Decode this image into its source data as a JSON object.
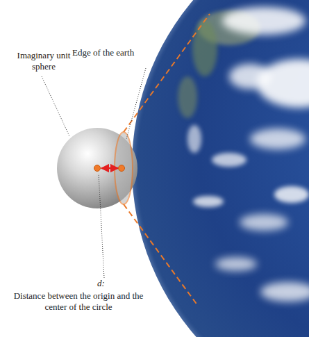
{
  "diagram": {
    "labels": [
      "Edge of the earth",
      "Imaginary unit sphere",
      "d:",
      "Distance between the origin and the center of the circle"
    ]
  }
}
